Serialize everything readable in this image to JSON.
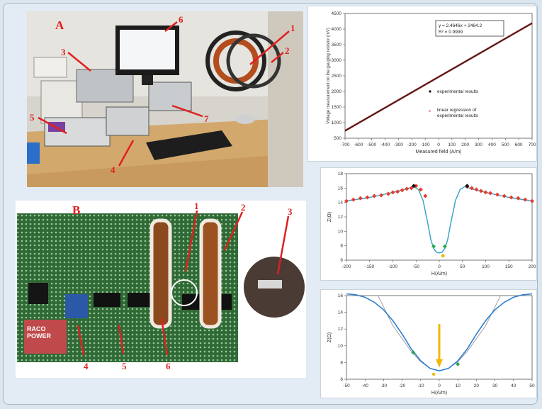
{
  "photo_a": {
    "panel_label": "A",
    "callouts": [
      "1",
      "2",
      "3",
      "4",
      "5",
      "6",
      "7"
    ]
  },
  "photo_b": {
    "panel_label": "B",
    "callouts": [
      "1",
      "2",
      "3",
      "4",
      "5",
      "6"
    ],
    "module_text": "RACO POWER"
  },
  "colors": {
    "callout": "#e02020",
    "board": "#2f6a35",
    "photo_bg": "#d9d6cf",
    "line": "#8b1a1a"
  },
  "chart_data": [
    {
      "type": "line",
      "equation": "y = 2.4646x + 2464.2",
      "r_squared": "R² = 0.9999",
      "xlabel": "Measured field (A/m)",
      "ylabel": "Voltage measurement on the gauging resistor (mV)",
      "xlim": [
        -700,
        700
      ],
      "ylim": [
        500,
        4500
      ],
      "x_ticks": [
        "-700",
        "-600",
        "-500",
        "-400",
        "-300",
        "-200",
        "-100",
        "0",
        "100",
        "200",
        "300",
        "400",
        "500",
        "600",
        "700"
      ],
      "y_ticks": [
        "500",
        "1000",
        "1500",
        "2000",
        "2500",
        "3000",
        "3500",
        "4000",
        "4500"
      ],
      "series": [
        {
          "name": "experimental results",
          "x": [
            -700,
            700
          ],
          "y": [
            739,
            4189
          ]
        },
        {
          "name": "linear regression of experimental results",
          "x": [
            -700,
            700
          ],
          "y": [
            739,
            4189
          ]
        }
      ]
    },
    {
      "type": "scatter",
      "xlabel": "H(A/m)",
      "ylabel": "Z(Ω)",
      "xlim": [
        -200,
        200
      ],
      "ylim": [
        6,
        18
      ],
      "x_ticks": [
        "-200",
        "-150",
        "-100",
        "-50",
        "0",
        "50",
        "100",
        "150",
        "200"
      ],
      "y_ticks": [
        "6",
        "8",
        "10",
        "12",
        "14",
        "16",
        "18"
      ],
      "curve": {
        "x": [
          -200,
          -150,
          -100,
          -70,
          -55,
          -45,
          -35,
          -25,
          -18,
          -12,
          -6,
          0,
          6,
          12,
          18,
          25,
          35,
          45,
          55,
          70,
          100,
          150,
          200
        ],
        "y": [
          14.2,
          14.7,
          15.4,
          15.9,
          16.2,
          15.8,
          14.3,
          11.2,
          8.8,
          7.6,
          7.1,
          7.0,
          7.1,
          7.6,
          8.8,
          11.2,
          14.3,
          15.8,
          16.2,
          15.9,
          15.4,
          14.7,
          14.2
        ]
      },
      "points": {
        "x": [
          -200,
          -185,
          -170,
          -155,
          -140,
          -125,
          -110,
          -100,
          -90,
          -80,
          -70,
          -60,
          -50,
          -40,
          -30,
          60,
          70,
          80,
          90,
          100,
          110,
          125,
          140,
          155,
          170,
          185,
          200
        ],
        "y": [
          14.2,
          14.4,
          14.6,
          14.7,
          14.9,
          15.0,
          15.2,
          15.4,
          15.5,
          15.7,
          15.9,
          16.0,
          16.3,
          15.8,
          14.9,
          16.2,
          16.0,
          15.8,
          15.6,
          15.4,
          15.3,
          15.1,
          14.9,
          14.7,
          14.6,
          14.4,
          14.2
        ]
      },
      "peaks": {
        "x": [
          -55,
          60
        ],
        "y": [
          16.3,
          16.3
        ]
      },
      "green_points": {
        "x": [
          -12,
          12
        ],
        "y": [
          7.9,
          7.9
        ]
      },
      "yellow_point": {
        "x": [
          8
        ],
        "y": [
          6.6
        ]
      }
    },
    {
      "type": "line",
      "xlabel": "H(A/m)",
      "ylabel": "Z(Ω)",
      "xlim": [
        -50,
        50
      ],
      "ylim": [
        6,
        16
      ],
      "x_ticks": [
        "-50",
        "-40",
        "-30",
        "-20",
        "-10",
        "0",
        "10",
        "20",
        "30",
        "40",
        "50"
      ],
      "y_ticks": [
        "6",
        "8",
        "10",
        "12",
        "14",
        "16"
      ],
      "curve": {
        "x": [
          -50,
          -45,
          -40,
          -35,
          -30,
          -25,
          -20,
          -15,
          -10,
          -5,
          0,
          5,
          10,
          15,
          20,
          25,
          30,
          35,
          40,
          45,
          50
        ],
        "y": [
          16.2,
          16.1,
          15.8,
          15.2,
          14.3,
          13.0,
          11.4,
          9.6,
          8.2,
          7.3,
          7.0,
          7.3,
          8.2,
          9.6,
          11.4,
          13.0,
          14.3,
          15.2,
          15.8,
          16.1,
          16.2
        ]
      },
      "parabola": {
        "x": [
          -33,
          -25,
          -15,
          -10,
          -5,
          0,
          5,
          10,
          15,
          25,
          33
        ],
        "y": [
          16,
          12.4,
          9.3,
          8.1,
          7.3,
          7.0,
          7.3,
          8.1,
          9.3,
          12.4,
          16
        ]
      },
      "green_points": {
        "x": [
          -14,
          10
        ],
        "y": [
          9.2,
          7.8
        ]
      },
      "yellow_point": {
        "x": [
          -3
        ],
        "y": [
          6.6
        ]
      },
      "arrow_x": 0
    }
  ]
}
